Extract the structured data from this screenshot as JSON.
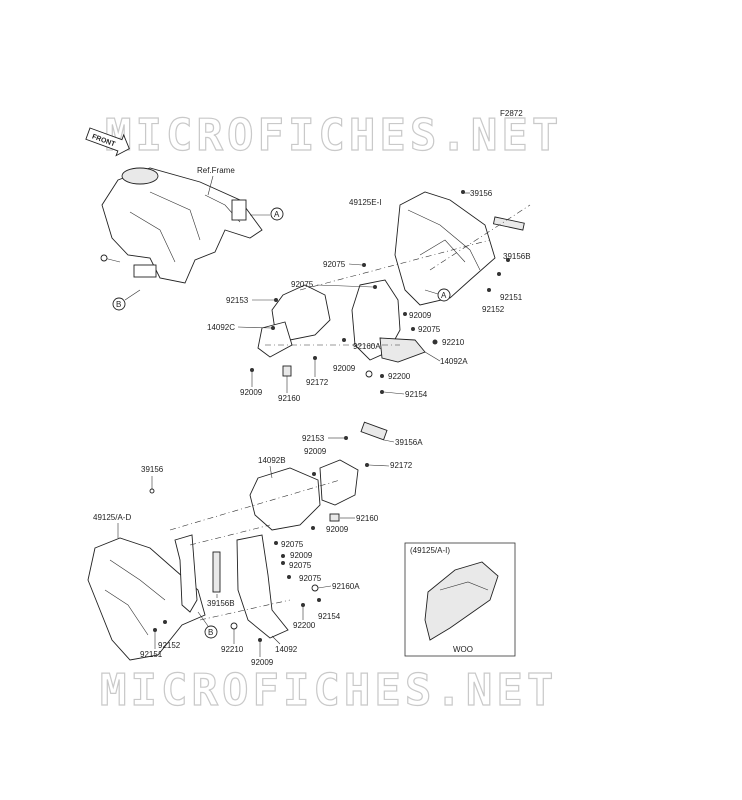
{
  "diagram_id": "F2872",
  "watermark": "MICROFICHES.NET",
  "front_label": "FRONT",
  "ref_frame": "Ref.Frame",
  "callouts": {
    "a": "A",
    "b": "B"
  },
  "inset": {
    "title": "(49125/A-I)",
    "caption": "WOO"
  },
  "upper_labels": {
    "p49125E": "49125E-I",
    "p39156": "39156",
    "p39156B": "39156B",
    "p92151": "92151",
    "p92152": "92152",
    "p92075a": "92075",
    "p92075b": "92075",
    "p92153": "92153",
    "p14092C": "14092C",
    "p92009a": "92009",
    "p92075c": "92075",
    "p92210": "92210",
    "p92160A": "92160A",
    "p14092A": "14092A",
    "p92009b": "92009",
    "p92172": "92172",
    "p92200": "92200",
    "p92154": "92154",
    "p92009c": "92009",
    "p92160": "92160"
  },
  "lower_labels": {
    "p92153": "92153",
    "p39156A": "39156A",
    "p92009a": "92009",
    "p14092B": "14092B",
    "p92172": "92172",
    "p39156": "39156",
    "p49125AD": "49125/A-D",
    "p92160": "92160",
    "p92009b": "92009",
    "p92075a": "92075",
    "p92009c": "92009",
    "p92075b": "92075",
    "p92075c": "92075",
    "p92160A": "92160A",
    "p39156B": "39156B",
    "p92154": "92154",
    "p92200": "92200",
    "p92152": "92152",
    "p92151": "92151",
    "p92210": "92210",
    "p14092": "14092",
    "p92009d": "92009"
  }
}
